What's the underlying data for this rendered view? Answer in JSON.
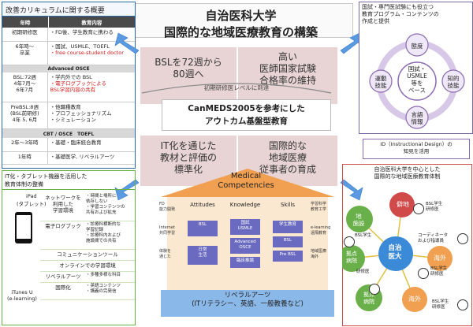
{
  "title": {
    "line1": "自治医科大学",
    "line2": "国際的な地域医療教育の構築"
  },
  "curriculum": {
    "heading": "改善カリキュラムに関する概要",
    "col_year": "年時",
    "col_content": "教育内容",
    "rows1": [
      {
        "year": "初期研修医",
        "content": "・FD後、学生教育に携わる"
      },
      {
        "year": "6年時～\n卒業",
        "content": "・国試、USMLE、TOEFL",
        "red": "・free course-student doctor"
      }
    ],
    "adv_label": "Advanced OSCE",
    "rows2": [
      {
        "year": "BSL:72週\n4年7月～\n6年7月",
        "content": "・学内外での BSL",
        "red": "・電子ログブックによる\nBSL学習内容の共有"
      },
      {
        "year": "PreBSL:8週\n(BSL前研修)\n4年 5, 6月",
        "content": "・他職種教育\n・プロフェッショナリズム\n・シミュレーション"
      }
    ],
    "cbt_label": "CBT / OSCE　TOEFL",
    "rows3": [
      {
        "year": "2年～3年時",
        "content": "・基礎・臨床統合教育"
      },
      {
        "year": "1年時",
        "content": "・基礎医学, リベラルアーツ"
      }
    ]
  },
  "center": {
    "bsl": "BSLを72週から\n80週へ",
    "pass_rate": "高い\n医師国家試験\n合格率の維持",
    "initial_level": "初期研修医レベルに到達",
    "canmeds": "CanMEDS2005を参考にした\nアウトカム基盤型教育",
    "it": "IT化を通じた\n教材と評価の\n標準化",
    "intl": "国際的な\n地域医療\n従事者の育成"
  },
  "it_box": {
    "heading": "IT化・タブレット機器を活用した\n教育体制の整備",
    "ipad": "iPad\n(タブレット)",
    "itunes": "iTunes U\n(e-learning)",
    "items": [
      {
        "label": "ネットワークを\n利用した\n学習環境",
        "desc": "・時間と場所に\n依存しない\n・学習コンテンツの\n共有および拡充"
      },
      {
        "label": "電子ログブック",
        "desc": "・診療科横断的な\n学習記録\n・診療科内および\n施設間での共有"
      },
      {
        "label": "コミュニケーションツール",
        "desc": ""
      },
      {
        "label": "オンラインでの学習環境",
        "desc": ""
      },
      {
        "label": "リベラルアーツ",
        "desc": "・多種多様な科目"
      },
      {
        "label": "国際化",
        "desc": "・英語コンテンツ\n・講義の完発信"
      }
    ]
  },
  "competencies": {
    "heading": "Medical\nCompetencies",
    "cols": [
      "Attitudes",
      "Knowledge",
      "Skills"
    ],
    "left_labels": [
      "FD\n能力開発",
      "Internet\n共同学習",
      "体験を\n通じた"
    ],
    "boxes": [
      "BSL",
      "日常\n生活",
      "国試\nUSMLE",
      "Advanced\nOSCE",
      "臨床推論",
      "学生教育",
      "BSL",
      "Pre BSL"
    ],
    "right_labels": [
      "学習科学\n教育工学",
      "e-learning\n遠隔教育",
      "地域医療\n海外"
    ],
    "base": "リベラルアーツ\n(ITリテラシー、英語、一般教養など)"
  },
  "national": {
    "heading": "国試・専門医試験にも役立つ\n教育プログラム・コンテンツの\n作成と提供",
    "center": "国試・\nUSMLE\n等を\nベース",
    "nodes": [
      "態度",
      "知的\n技能",
      "言語\n情報",
      "運動\n技能"
    ]
  },
  "id_box": "ID（Instructional Design）の\n知見を活用",
  "network": {
    "heading": "自治医科大学を中心とした\n国際的な地域医療教育体制",
    "center": "自治\n医大",
    "nodes": [
      "僻地",
      "地\n施設",
      "拠点\n病院",
      "拠点\n病院",
      "海外",
      "海外"
    ],
    "labels": [
      "BSL学生\n研修医",
      "BSL学生",
      "コーディネータ\nおよび指導員",
      "BSL学生\n研修医",
      "研修医",
      "BSL学生\n研修医"
    ]
  },
  "colors": {
    "panel": "#e8d4d4",
    "orange": "#f0a050",
    "green": "#6ab04a",
    "blue": "#3a8ad8",
    "purple": "#8a6ab0"
  }
}
